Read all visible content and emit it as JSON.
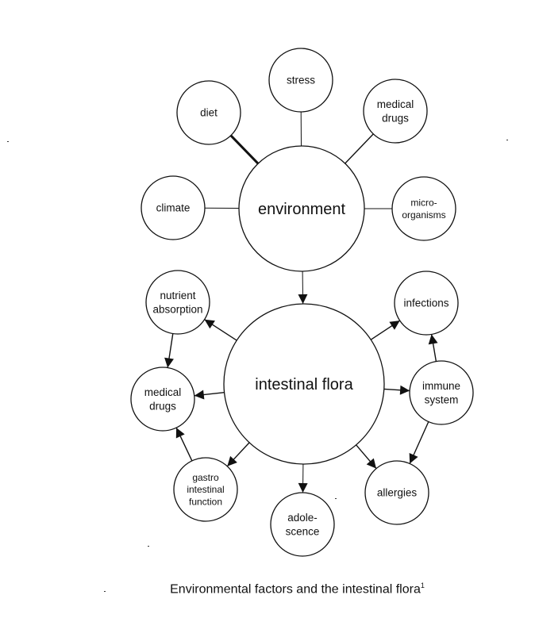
{
  "diagram": {
    "nodes": [
      {
        "id": "stress",
        "lines": [
          "stress"
        ],
        "kind": "small"
      },
      {
        "id": "diet",
        "lines": [
          "diet"
        ],
        "kind": "small"
      },
      {
        "id": "medical-drugs-top",
        "lines": [
          "medical",
          "drugs"
        ],
        "kind": "small"
      },
      {
        "id": "climate",
        "lines": [
          "climate"
        ],
        "kind": "small"
      },
      {
        "id": "environment",
        "lines": [
          "environment"
        ],
        "kind": "large"
      },
      {
        "id": "micro-organisms",
        "lines": [
          "micro-",
          "organisms"
        ],
        "kind": "small"
      },
      {
        "id": "nutrient-absorption",
        "lines": [
          "nutrient",
          "absorption"
        ],
        "kind": "small"
      },
      {
        "id": "infections",
        "lines": [
          "infections"
        ],
        "kind": "small"
      },
      {
        "id": "intestinal-flora",
        "lines": [
          "intestinal flora"
        ],
        "kind": "large"
      },
      {
        "id": "medical-drugs-left",
        "lines": [
          "medical",
          "drugs"
        ],
        "kind": "small"
      },
      {
        "id": "immune-system",
        "lines": [
          "immune",
          "system"
        ],
        "kind": "small"
      },
      {
        "id": "gastro-intestinal-function",
        "lines": [
          "gastro",
          "intestinal",
          "function"
        ],
        "kind": "small"
      },
      {
        "id": "adolescence",
        "lines": [
          "adole-",
          "scence"
        ],
        "kind": "small"
      },
      {
        "id": "allergies",
        "lines": [
          "allergies"
        ],
        "kind": "small"
      }
    ],
    "edges": [
      {
        "from": "diet",
        "to": "environment",
        "arrow": false,
        "weight": "thick"
      },
      {
        "from": "stress",
        "to": "environment",
        "arrow": false,
        "weight": "thin"
      },
      {
        "from": "medical-drugs-top",
        "to": "environment",
        "arrow": false,
        "weight": "normal"
      },
      {
        "from": "climate",
        "to": "environment",
        "arrow": false,
        "weight": "thin"
      },
      {
        "from": "micro-organisms",
        "to": "environment",
        "arrow": false,
        "weight": "thin"
      },
      {
        "from": "environment",
        "to": "intestinal-flora",
        "arrow": true,
        "weight": "thin"
      },
      {
        "from": "intestinal-flora",
        "to": "nutrient-absorption",
        "arrow": true,
        "weight": "normal"
      },
      {
        "from": "intestinal-flora",
        "to": "medical-drugs-left",
        "arrow": true,
        "weight": "normal"
      },
      {
        "from": "nutrient-absorption",
        "to": "medical-drugs-left",
        "arrow": true,
        "weight": "normal"
      },
      {
        "from": "gastro-intestinal-function",
        "to": "medical-drugs-left",
        "arrow": true,
        "weight": "normal"
      },
      {
        "from": "intestinal-flora",
        "to": "gastro-intestinal-function",
        "arrow": true,
        "weight": "normal"
      },
      {
        "from": "intestinal-flora",
        "to": "adolescence",
        "arrow": true,
        "weight": "thin"
      },
      {
        "from": "intestinal-flora",
        "to": "allergies",
        "arrow": true,
        "weight": "normal"
      },
      {
        "from": "intestinal-flora",
        "to": "infections",
        "arrow": true,
        "weight": "normal"
      },
      {
        "from": "intestinal-flora",
        "to": "immune-system",
        "arrow": true,
        "weight": "normal"
      },
      {
        "from": "immune-system",
        "to": "infections",
        "arrow": true,
        "weight": "normal"
      },
      {
        "from": "immune-system",
        "to": "allergies",
        "arrow": true,
        "weight": "normal"
      }
    ]
  },
  "caption": {
    "text": "Environmental factors and the intestinal flora",
    "footnote": "1"
  }
}
